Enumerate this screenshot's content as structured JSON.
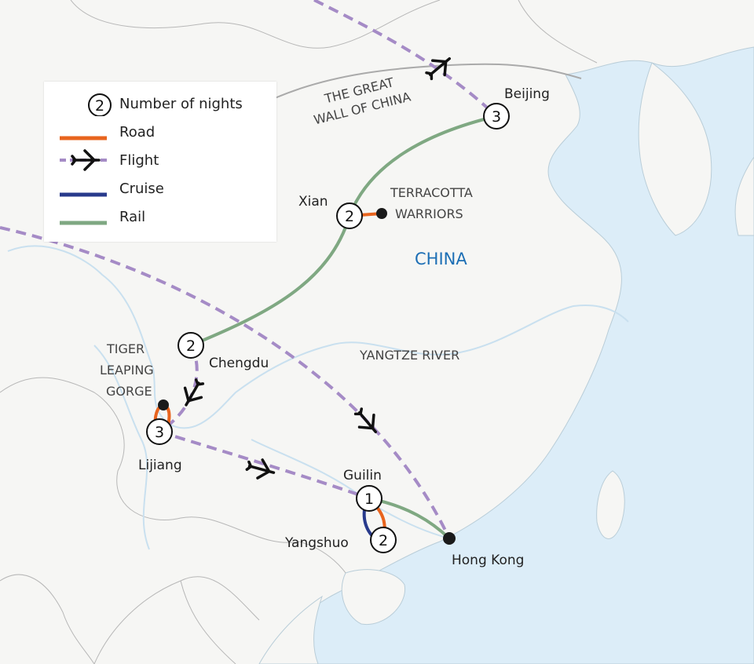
{
  "colors": {
    "road": "#e8641e",
    "flight": "#a58bc6",
    "cruise": "#283a8c",
    "rail": "#7fa882",
    "sea": "#dcedf8",
    "land": "#f6f6f4",
    "country_label": "#1d6fb5"
  },
  "legend": {
    "items": [
      {
        "symbol": "circle-number",
        "symbol_text": "2",
        "label": "Number of nights"
      },
      {
        "symbol": "road-line",
        "label": "Road"
      },
      {
        "symbol": "flight-dashed-plane-icon",
        "label": "Flight"
      },
      {
        "symbol": "cruise-line",
        "label": "Cruise"
      },
      {
        "symbol": "rail-line",
        "label": "Rail"
      }
    ]
  },
  "stops": [
    {
      "name": "Beijing",
      "nights": "3"
    },
    {
      "name": "Xian",
      "nights": "2"
    },
    {
      "name": "Chengdu",
      "nights": "2"
    },
    {
      "name": "Lijiang",
      "nights": "3"
    },
    {
      "name": "Guilin",
      "nights": "1"
    },
    {
      "name": "Yangshuo",
      "nights": "2"
    }
  ],
  "points": {
    "hong_kong": "Hong Kong"
  },
  "labels": {
    "great_wall_1": "THE GREAT",
    "great_wall_2": "WALL OF CHINA",
    "terracotta_1": "TERRACOTTA",
    "terracotta_2": "WARRIORS",
    "country": "CHINA",
    "river": "YANGTZE RIVER",
    "tiger_1": "TIGER",
    "tiger_2": "LEAPING",
    "tiger_3": "GORGE"
  }
}
